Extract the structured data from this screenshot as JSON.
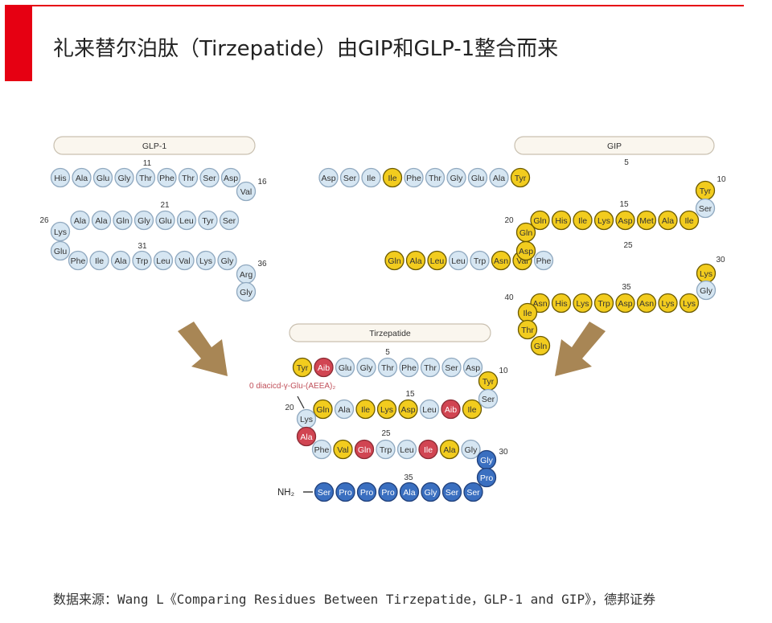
{
  "slide": {
    "title": "礼来替尔泊肽（Tirzepatide）由GIP和GLP-1整合而来",
    "source": "数据来源：Wang L《Comparing Residues Between Tirzepatide，GLP-1 and GIP》，德邦证券"
  },
  "colors": {
    "accent_red": "#e60012",
    "residue_light": "#d6e6f2",
    "residue_light_stroke": "#8fa8bf",
    "residue_gip": "#f2cc1e",
    "residue_gip_stroke": "#6b5a00",
    "residue_modified": "#d14552",
    "residue_modified_stroke": "#8a2a33",
    "residue_new": "#3a6fc0",
    "residue_new_stroke": "#1f3f7a",
    "arrow": "#a88655",
    "label_box_fill": "#faf6ee",
    "label_box_stroke": "#c9c0b0",
    "annotation": "#c0505a"
  },
  "diagram": {
    "peptides": [
      {
        "name": "GLP-1",
        "rows": [
          {
            "residues": [
              [
                "His",
                "l"
              ],
              [
                "Ala",
                "l"
              ],
              [
                "Glu",
                "l"
              ],
              [
                "Gly",
                "l"
              ],
              [
                "Thr",
                "l"
              ],
              [
                "Phe",
                "l"
              ],
              [
                "Thr",
                "l"
              ],
              [
                "Ser",
                "l"
              ],
              [
                "Asp",
                "l"
              ]
            ]
          },
          {
            "residues": [
              [
                "Ser",
                "l"
              ],
              [
                "Tyr",
                "l"
              ],
              [
                "Leu",
                "l"
              ],
              [
                "Glu",
                "l"
              ],
              [
                "Gly",
                "l"
              ],
              [
                "Gln",
                "l"
              ],
              [
                "Ala",
                "l"
              ],
              [
                "Ala",
                "l"
              ]
            ]
          },
          {
            "residues": [
              [
                "Phe",
                "l"
              ],
              [
                "Ile",
                "l"
              ],
              [
                "Ala",
                "l"
              ],
              [
                "Trp",
                "l"
              ],
              [
                "Leu",
                "l"
              ],
              [
                "Val",
                "l"
              ],
              [
                "Lys",
                "l"
              ],
              [
                "Gly",
                "l"
              ]
            ]
          }
        ],
        "turns": [
          {
            "residue": [
              "Val",
              "l"
            ]
          },
          {
            "residue": [
              "Lys",
              "l"
            ]
          },
          {
            "residue": [
              "Glu",
              "l"
            ]
          }
        ],
        "tail": [
          [
            "Arg",
            "l"
          ],
          [
            "Gly",
            "l"
          ]
        ],
        "numbers": [
          "11",
          "16",
          "21",
          "26",
          "31",
          "36"
        ]
      },
      {
        "name": "GIP",
        "rows": [
          {
            "residues": [
              [
                "Tyr",
                "y"
              ],
              [
                "Ala",
                "l"
              ],
              [
                "Glu",
                "l"
              ],
              [
                "Gly",
                "l"
              ],
              [
                "Thr",
                "l"
              ],
              [
                "Phe",
                "l"
              ],
              [
                "Ile",
                "y"
              ],
              [
                "Ile",
                "l"
              ],
              [
                "Ser",
                "l"
              ],
              [
                "Asp",
                "l"
              ]
            ]
          },
          {
            "residues": [
              [
                "Ile",
                "y"
              ],
              [
                "Ala",
                "y"
              ],
              [
                "Met",
                "y"
              ],
              [
                "Asp",
                "y"
              ],
              [
                "Lys",
                "y"
              ],
              [
                "Ile",
                "y"
              ],
              [
                "His",
                "y"
              ],
              [
                "Gln",
                "y"
              ]
            ]
          },
          {
            "residues": [
              [
                "Phe",
                "l"
              ],
              [
                "Val",
                "y"
              ],
              [
                "Asn",
                "y"
              ],
              [
                "Trp",
                "l"
              ],
              [
                "Leu",
                "l"
              ],
              [
                "Leu",
                "y"
              ],
              [
                "Ala",
                "y"
              ],
              [
                "Gln",
                "y"
              ]
            ]
          },
          {
            "residues": [
              [
                "Lys",
                "y"
              ],
              [
                "Lys",
                "y"
              ],
              [
                "Asn",
                "y"
              ],
              [
                "Asp",
                "y"
              ],
              [
                "Trp",
                "y"
              ],
              [
                "Lys",
                "y"
              ],
              [
                "His",
                "y"
              ],
              [
                "Asn",
                "y"
              ]
            ]
          }
        ],
        "turns": [
          {
            "residue": [
              "Tyr",
              "y"
            ]
          },
          {
            "residue": [
              "Ser",
              "l"
            ]
          },
          {
            "residue": [
              "Gln",
              "y"
            ]
          },
          {
            "residue": [
              "Asp",
              "y"
            ]
          },
          {
            "residue": [
              "Lys",
              "y"
            ]
          },
          {
            "residue": [
              "Gly",
              "l"
            ]
          }
        ],
        "tail": [
          [
            "Ile",
            "y"
          ],
          [
            "Thr",
            "y"
          ],
          [
            "Gln",
            "y"
          ]
        ],
        "numbers": [
          "5",
          "10",
          "15",
          "20",
          "25",
          "30",
          "35",
          "40"
        ]
      },
      {
        "name": "Tirzepatide",
        "rows": [
          {
            "residues": [
              [
                "Tyr",
                "y"
              ],
              [
                "Aib",
                "r"
              ],
              [
                "Glu",
                "l"
              ],
              [
                "Gly",
                "l"
              ],
              [
                "Thr",
                "l"
              ],
              [
                "Phe",
                "l"
              ],
              [
                "Thr",
                "l"
              ],
              [
                "Ser",
                "l"
              ],
              [
                "Asp",
                "l"
              ]
            ]
          },
          {
            "residues": [
              [
                "Ile",
                "y"
              ],
              [
                "Aib",
                "r"
              ],
              [
                "Leu",
                "l"
              ],
              [
                "Asp",
                "y"
              ],
              [
                "Lys",
                "y"
              ],
              [
                "Ile",
                "y"
              ],
              [
                "Ala",
                "l"
              ],
              [
                "Gln",
                "y"
              ]
            ]
          },
          {
            "residues": [
              [
                "Phe",
                "l"
              ],
              [
                "Val",
                "y"
              ],
              [
                "Gln",
                "r"
              ],
              [
                "Trp",
                "l"
              ],
              [
                "Leu",
                "l"
              ],
              [
                "Ile",
                "r"
              ],
              [
                "Ala",
                "y"
              ],
              [
                "Gly",
                "l"
              ]
            ]
          },
          {
            "residues": [
              [
                "Ser",
                "b"
              ],
              [
                "Pro",
                "b"
              ],
              [
                "Pro",
                "b"
              ],
              [
                "Pro",
                "b"
              ],
              [
                "Ala",
                "b"
              ],
              [
                "Gly",
                "b"
              ],
              [
                "Ser",
                "b"
              ],
              [
                "Ser",
                "b"
              ]
            ]
          }
        ],
        "turns": [
          {
            "residue": [
              "Tyr",
              "y"
            ]
          },
          {
            "residue": [
              "Ser",
              "l"
            ]
          },
          {
            "residue": [
              "Lys",
              "l"
            ]
          },
          {
            "residue": [
              "Ala",
              "r"
            ]
          },
          {
            "residue": [
              "Gly",
              "b"
            ]
          },
          {
            "residue": [
              "Pro",
              "b"
            ]
          }
        ],
        "numbers": [
          "5",
          "10",
          "15",
          "20",
          "25",
          "30",
          "35"
        ],
        "annotation": "0 diacicd-γ-Glu-(AEEA)₂",
        "terminal": "NH₂"
      }
    ]
  }
}
